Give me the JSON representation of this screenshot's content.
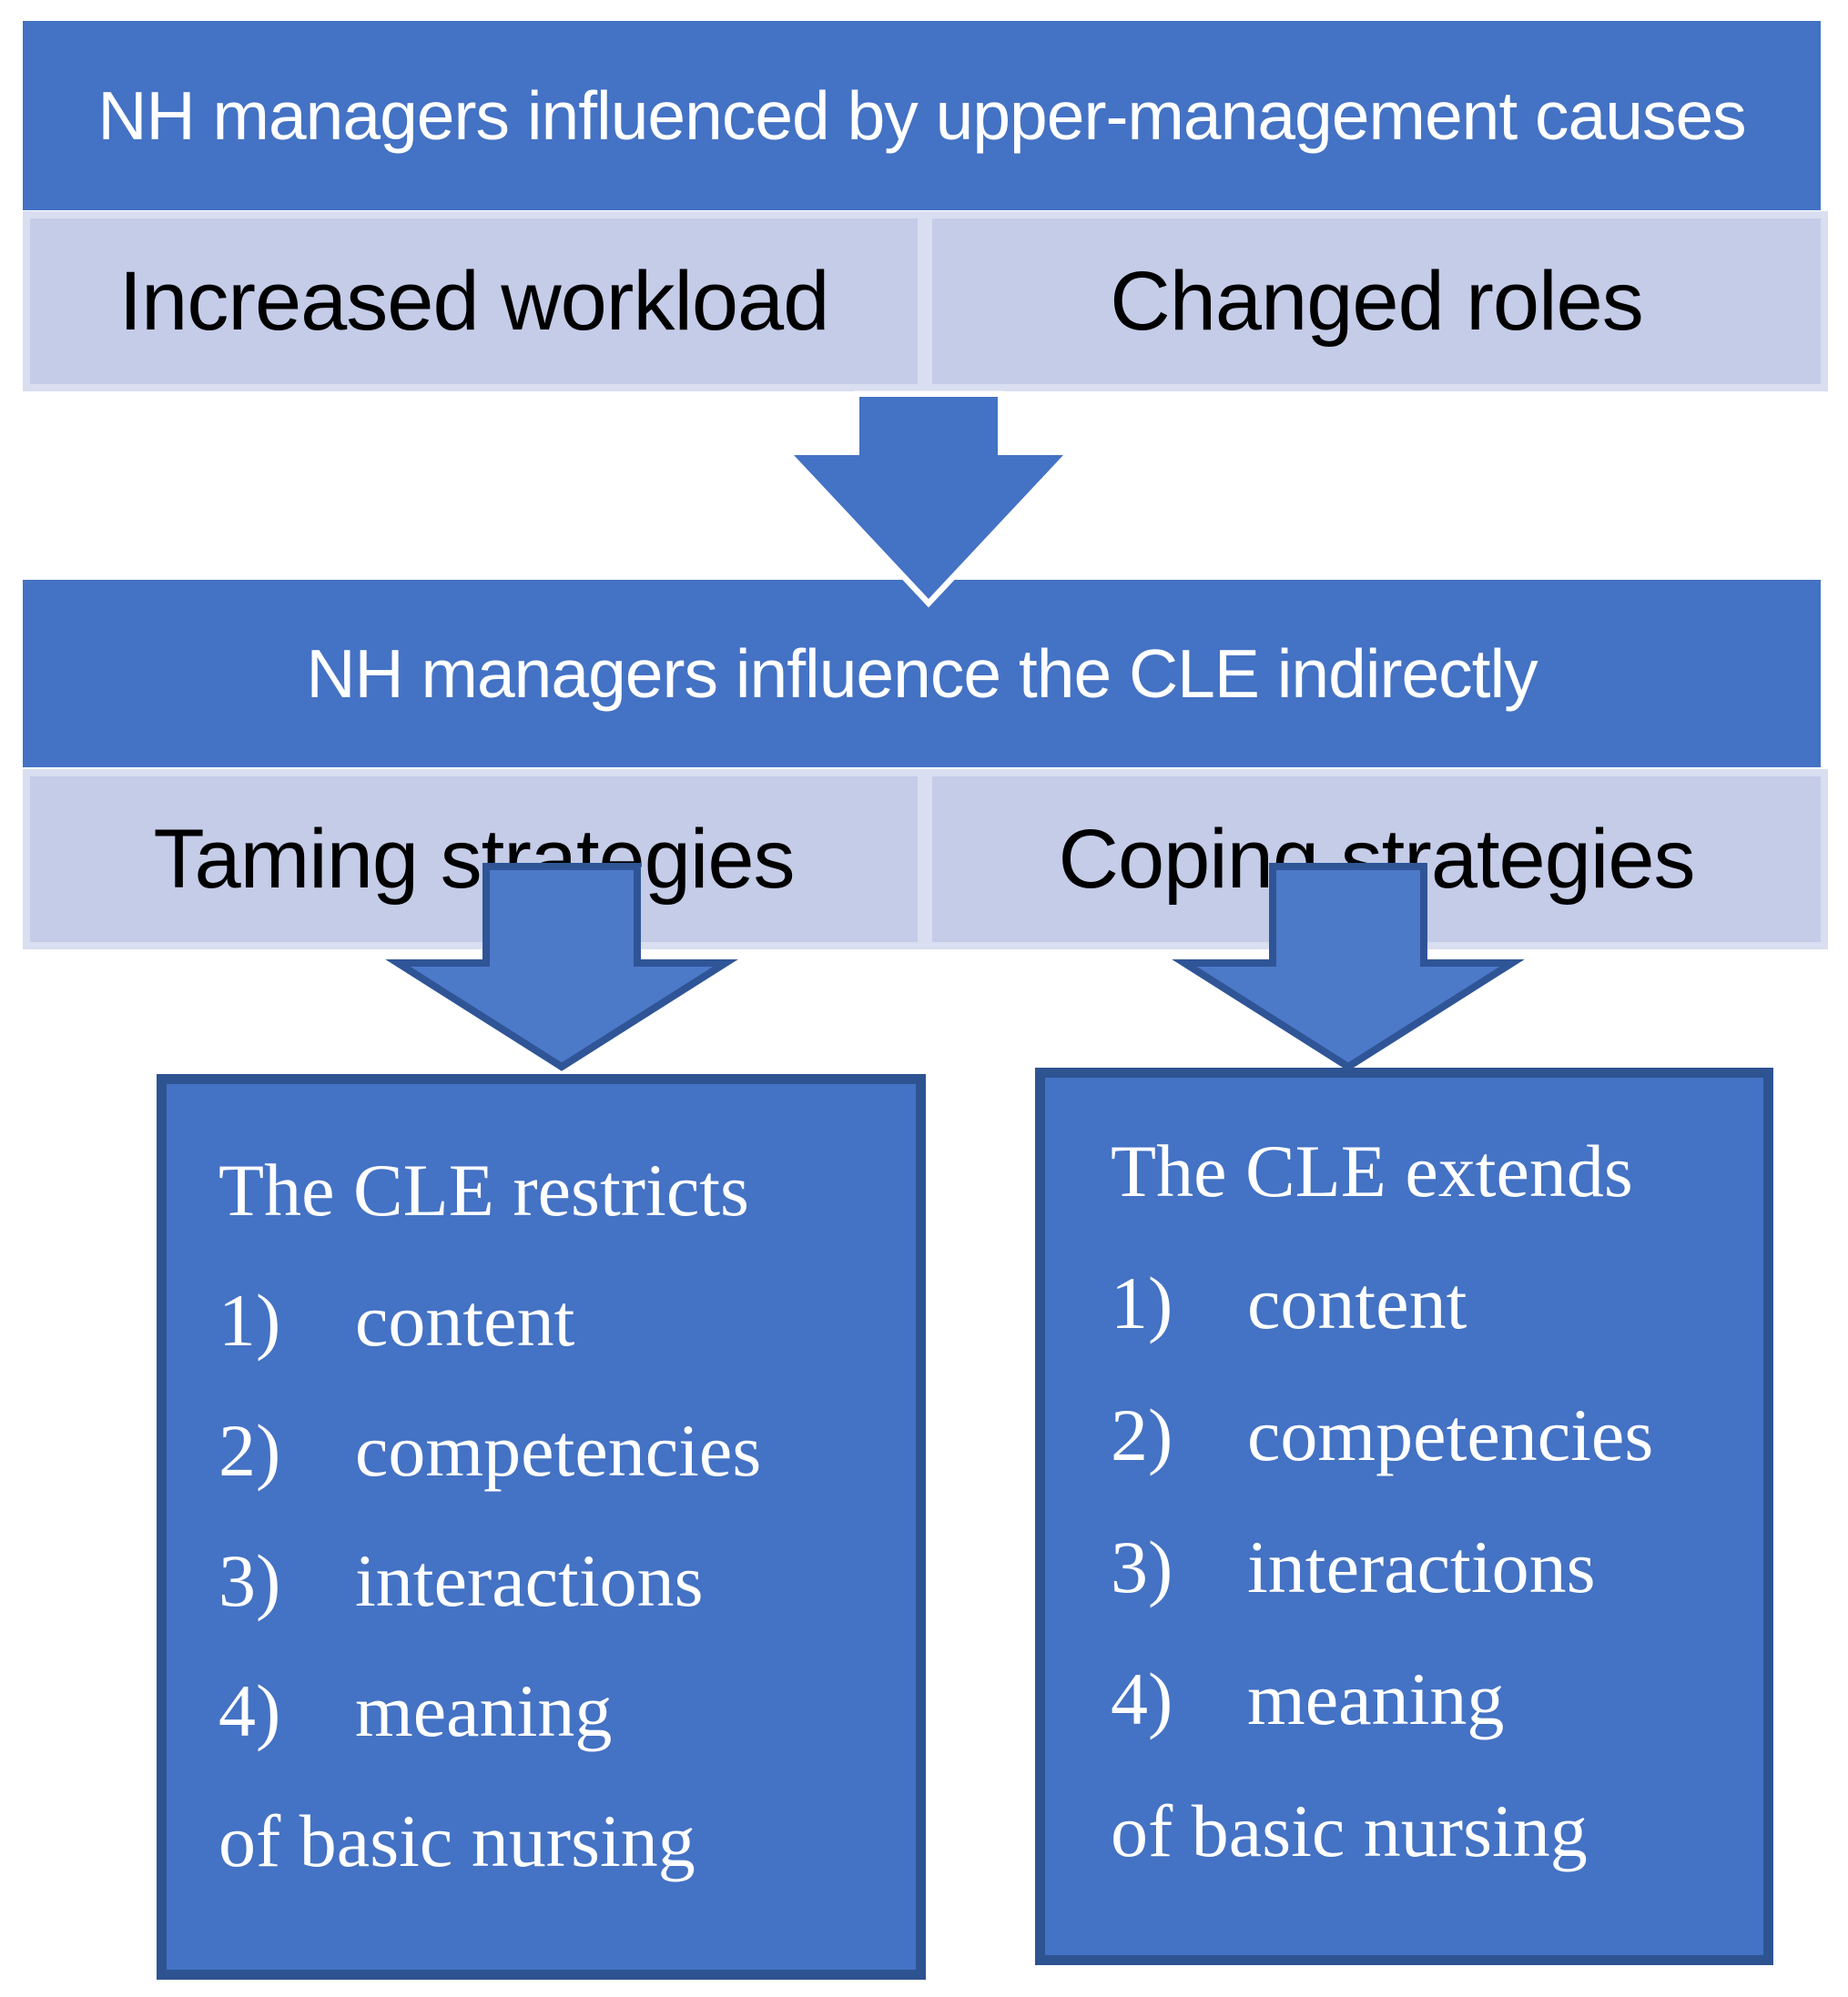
{
  "diagram": {
    "top": {
      "header": "NH managers influenced by upper-management causes",
      "boxes": [
        "Increased workload",
        "Changed roles"
      ]
    },
    "middle": {
      "header": "NH managers influence the CLE indirectly",
      "boxes": [
        "Taming strategies",
        "Coping strategies"
      ]
    },
    "bottom_left": {
      "title": "The CLE restricts",
      "items": [
        {
          "num": "1)",
          "label": "content"
        },
        {
          "num": "2)",
          "label": "competencies"
        },
        {
          "num": "3)",
          "label": "interactions"
        },
        {
          "num": "4)",
          "label": "meaning"
        }
      ],
      "footer": "of basic nursing"
    },
    "bottom_right": {
      "title": "The CLE extends",
      "items": [
        {
          "num": "1)",
          "label": "content"
        },
        {
          "num": "2)",
          "label": "competencies"
        },
        {
          "num": "3)",
          "label": "interactions"
        },
        {
          "num": "4)",
          "label": "meaning"
        }
      ],
      "footer": "of basic nursing"
    }
  },
  "colors": {
    "bar_blue": "#4472C4",
    "arrow_fill": "#4C79C8",
    "arrow_outline": "#2F5597",
    "arrow_halo": "#FFFFFF",
    "box_border_navy": "#2E5391",
    "light_fill": "#C4CCE8",
    "light_border": "#D9DEF0",
    "text_dark": "#000000",
    "text_light": "#FFFFFF"
  }
}
